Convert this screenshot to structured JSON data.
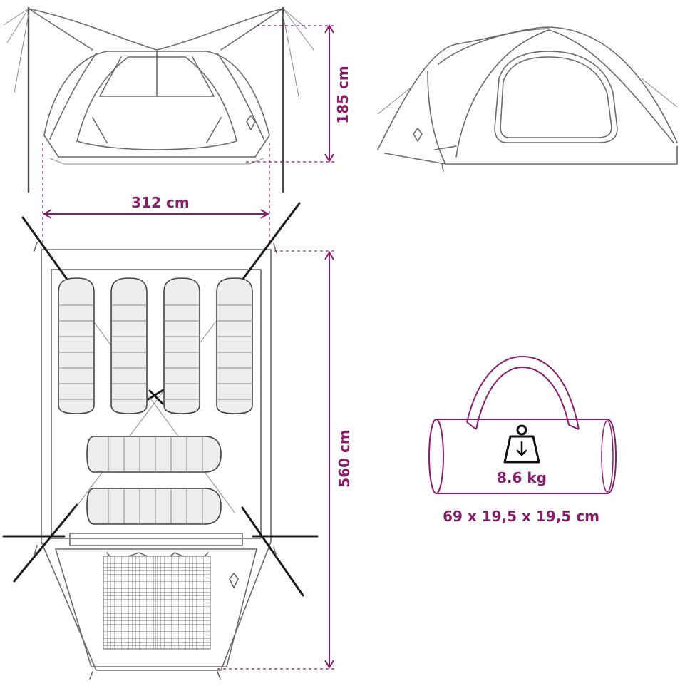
{
  "dimensions": {
    "height": "185 cm",
    "width": "312 cm",
    "length": "560 cm"
  },
  "pack": {
    "weight": "8.6 kg",
    "size": "69 x 19,5 x 19,5 cm",
    "weight_icon": "weight-icon"
  },
  "colors": {
    "accent": "#8a1c6e",
    "line": "#6b6b6b"
  }
}
